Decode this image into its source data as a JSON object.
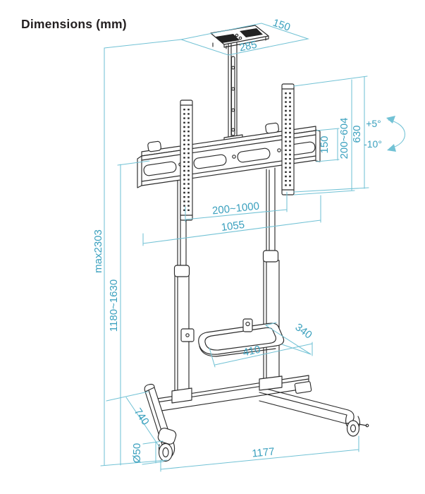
{
  "title": "Dimensions (mm)",
  "dimensions": {
    "tray_depth": "150",
    "tray_width": "285",
    "tilt_up": "+5°",
    "tilt_down": "-10°",
    "bracket_height": "150",
    "vesa_vertical_range": "200~604",
    "rail_height": "630",
    "vesa_horizontal_range": "200~1000",
    "crossbar_width": "1055",
    "max_overall_height": "max2303",
    "screen_height_range": "1180~1630",
    "shelf_depth": "340",
    "shelf_width": "410",
    "base_depth": "740",
    "caster_diameter": "Ø50",
    "base_width": "1177"
  },
  "colors": {
    "annotation_line": "#72c2d5",
    "annotation_text": "#3aa0be",
    "artwork": "#2b2b2b",
    "background": "#ffffff"
  }
}
